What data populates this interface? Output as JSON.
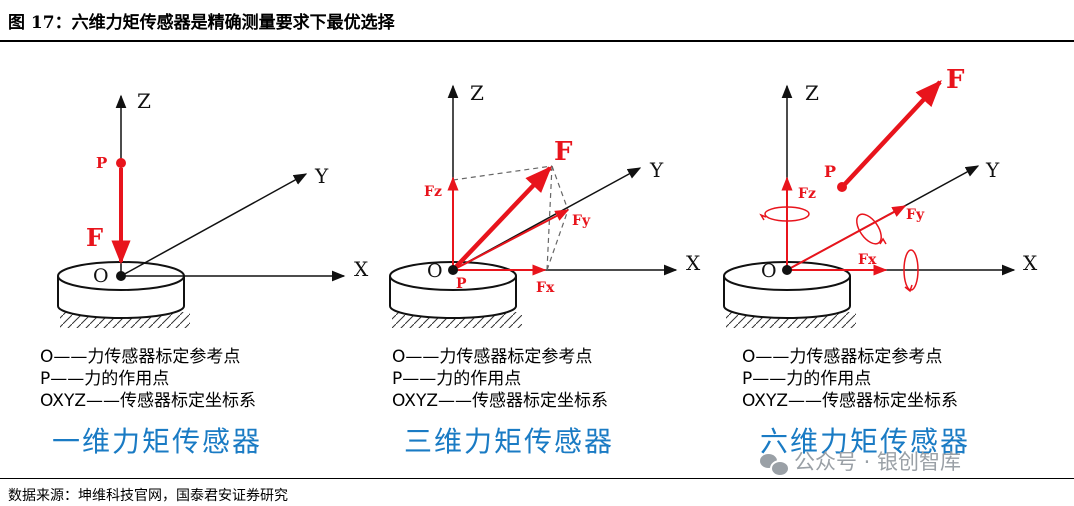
{
  "figure_title": "图 17：六维力矩传感器是精确测量要求下最优选择",
  "source_text": "数据来源：坤维科技官网，国泰君安证券研究",
  "watermark_text": "公众号 · 银创智库",
  "colors": {
    "force": "#e8141c",
    "axis": "#111111",
    "title_blue": "#1a7bc4"
  },
  "panels": [
    {
      "title": "一维力矩传感器",
      "axes": {
        "z": "Z",
        "y": "Y",
        "x": "X",
        "origin": "O"
      },
      "labels": {
        "p": "P",
        "f": "F"
      },
      "legend": [
        "O——力传感器标定参考点",
        "P——力的作用点",
        "OXYZ——传感器标定坐标系"
      ]
    },
    {
      "title": "三维力矩传感器",
      "axes": {
        "z": "Z",
        "y": "Y",
        "x": "X",
        "origin": "O"
      },
      "labels": {
        "p": "P",
        "f": "F",
        "fz": "Fz",
        "fy": "Fy",
        "fx": "Fx"
      },
      "legend": [
        "O——力传感器标定参考点",
        "P——力的作用点",
        "OXYZ——传感器标定坐标系"
      ]
    },
    {
      "title": "六维力矩传感器",
      "axes": {
        "z": "Z",
        "y": "Y",
        "x": "X",
        "origin": "O"
      },
      "labels": {
        "p": "P",
        "f": "F",
        "fz": "Fz",
        "fy": "Fy",
        "fx": "Fx"
      },
      "legend": [
        "O——力传感器标定参考点",
        "P——力的作用点",
        "OXYZ——传感器标定坐标系"
      ]
    }
  ]
}
